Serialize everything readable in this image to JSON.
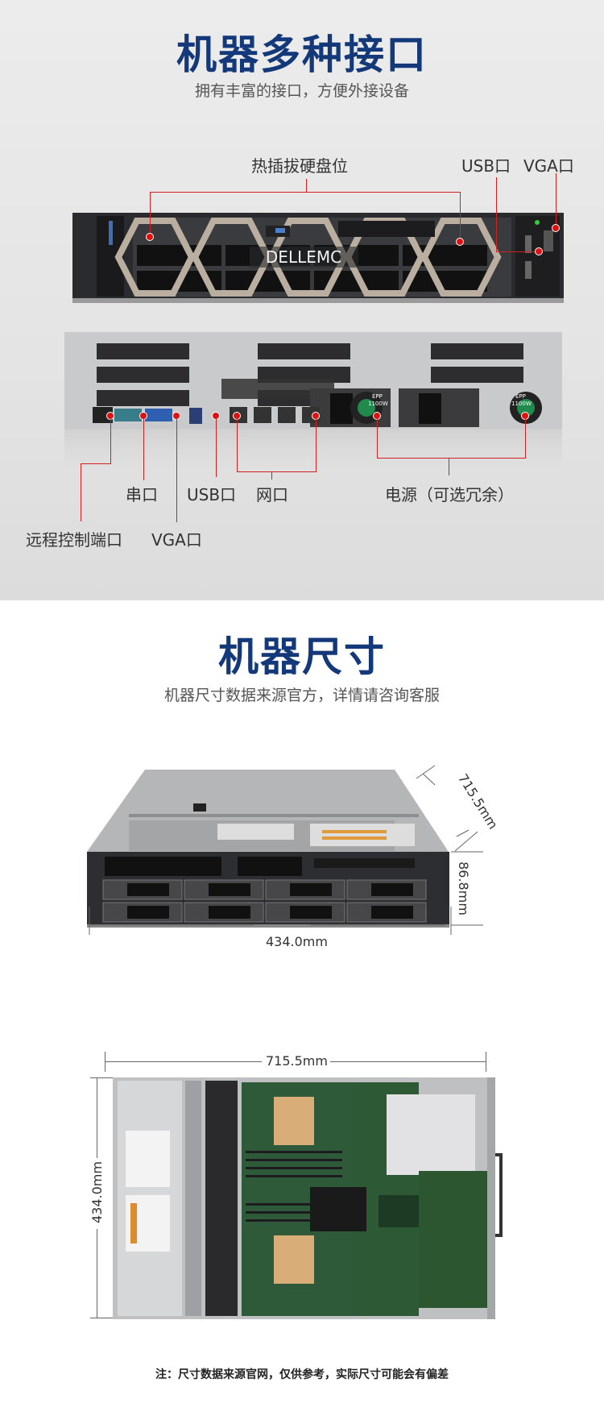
{
  "interfaces_section": {
    "title": "机器多种接口",
    "subtitle": "拥有丰富的接口，方便外接设备",
    "front_labels": {
      "hot_swap_bays": "热插拔硬盘位",
      "usb": "USB口",
      "vga": "VGA口"
    },
    "front_brand": "DELLEMC",
    "rear_labels": {
      "serial": "串口",
      "usb": "USB口",
      "network": "网口",
      "power": "电源（可选冗余）",
      "remote_mgmt": "远程控制端口",
      "vga": "VGA口"
    },
    "psu_badge": "EPP",
    "psu_wattage": "1100W"
  },
  "dimensions_section": {
    "title": "机器尺寸",
    "subtitle": "机器尺寸数据来源官方，详情请咨询客服",
    "front_view": {
      "depth": "715.5mm",
      "height": "86.8mm",
      "width": "434.0mm"
    },
    "top_view": {
      "depth": "715.5mm",
      "width": "434.0mm"
    },
    "note": "注：尺寸数据来源官网，仅供参考，实际尺寸可能会有偏差"
  },
  "colors": {
    "title": "#14397a",
    "callout": "#d21f1f"
  }
}
